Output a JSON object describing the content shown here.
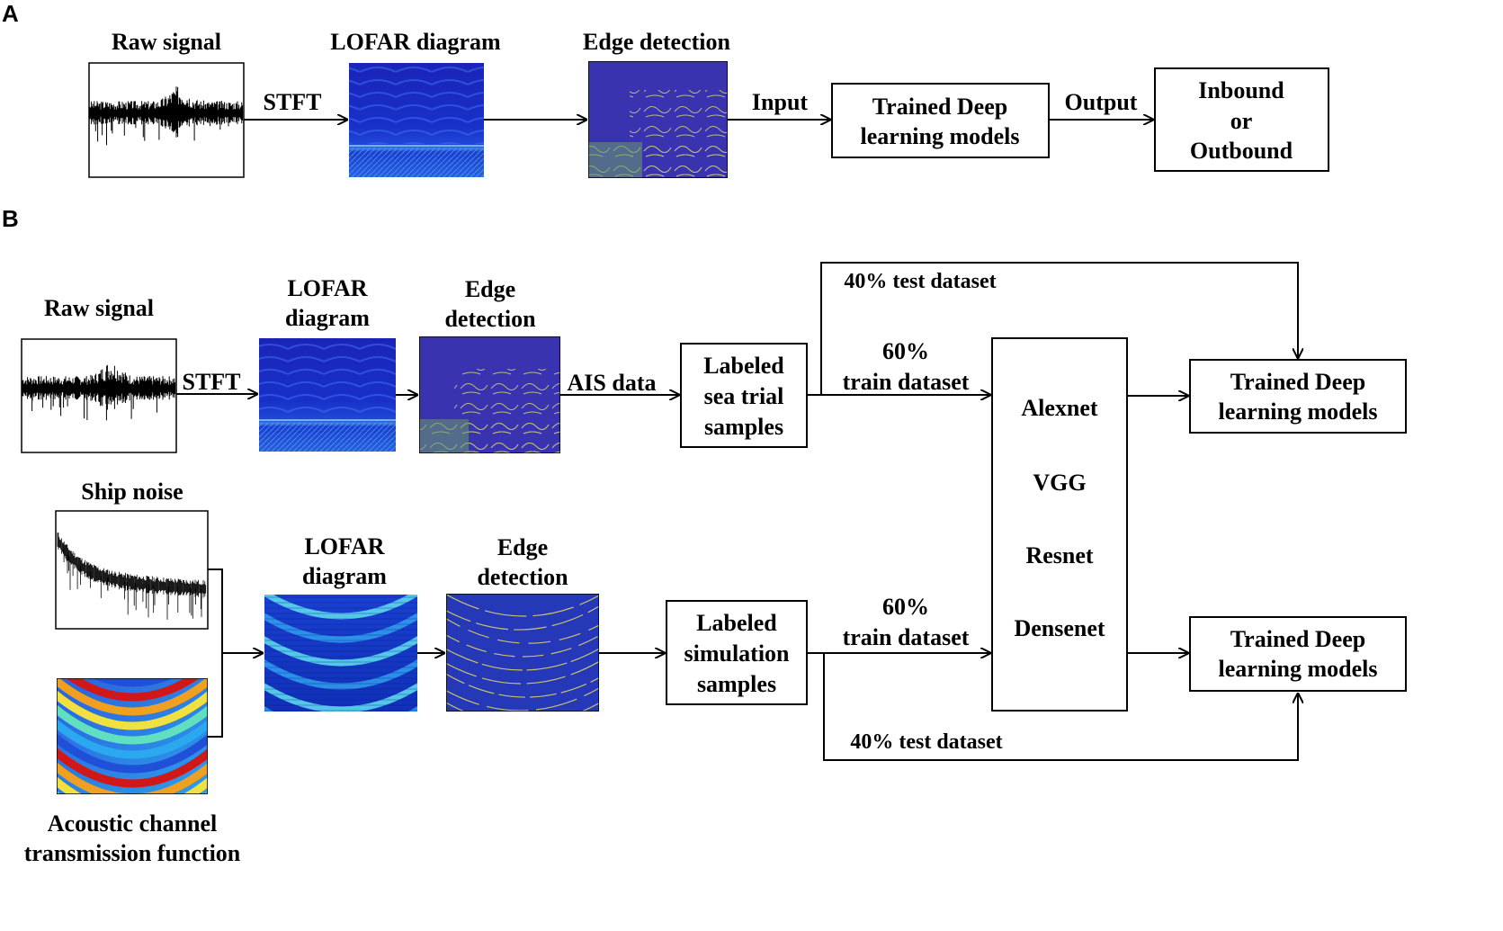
{
  "panel_a": {
    "letter": "A",
    "raw_signal_label": "Raw signal",
    "lofar_label": "LOFAR diagram",
    "edge_label": "Edge detection",
    "stft_label": "STFT",
    "input_label": "Input",
    "output_label": "Output",
    "model_line1": "Trained Deep",
    "model_line2": "learning models",
    "result_line1": "Inbound",
    "result_line2": "or",
    "result_line3": "Outbound"
  },
  "panel_b": {
    "letter": "B",
    "raw_signal_label": "Raw signal",
    "stft_label": "STFT",
    "lofar_line1": "LOFAR",
    "lofar_line2": "diagram",
    "edge_line1": "Edge",
    "edge_line2": "detection",
    "ais_label": "AIS data",
    "sea_trial_line1": "Labeled",
    "sea_trial_line2": "sea trial",
    "sea_trial_line3": "samples",
    "test_top_label": "40% test dataset",
    "train_top_line1": "60%",
    "train_top_line2": "train dataset",
    "networks": [
      "Alexnet",
      "VGG",
      "Resnet",
      "Densenet"
    ],
    "model_top_line1": "Trained Deep",
    "model_top_line2": "learning models",
    "ship_noise_label": "Ship noise",
    "channel_line1": "Acoustic channel",
    "channel_line2": "transmission function",
    "lofar2_line1": "LOFAR",
    "lofar2_line2": "diagram",
    "edge2_line1": "Edge",
    "edge2_line2": "detection",
    "sim_line1": "Labeled",
    "sim_line2": "simulation",
    "sim_line3": "samples",
    "train_bottom_line1": "60%",
    "train_bottom_line2": "train dataset",
    "test_bottom_label": "40% test dataset",
    "model_bottom_line1": "Trained Deep",
    "model_bottom_line2": "learning models"
  }
}
